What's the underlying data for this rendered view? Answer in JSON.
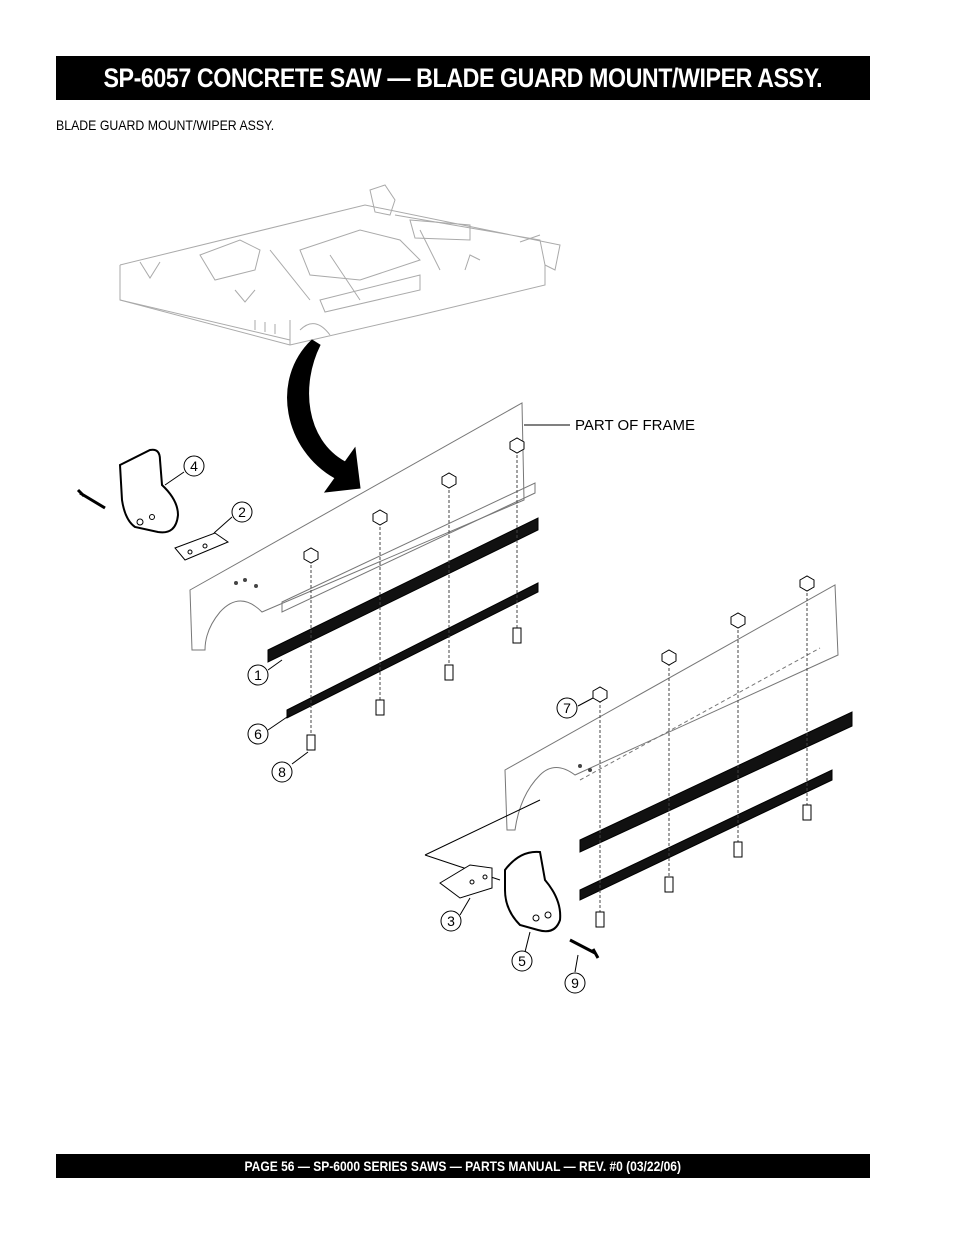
{
  "header": {
    "title": "SP-6057 CONCRETE SAW —  BLADE GUARD MOUNT/WIPER ASSY."
  },
  "section": {
    "heading": "BLADE GUARD MOUNT/WIPER ASSY."
  },
  "diagram": {
    "frame_label": "PART OF FRAME",
    "callouts": [
      "1",
      "2",
      "3",
      "4",
      "5",
      "6",
      "7",
      "8",
      "9"
    ]
  },
  "footer": {
    "text": "PAGE 56 — SP-6000 SERIES SAWS  — PARTS MANUAL — REV. #0 (03/22/06)"
  }
}
